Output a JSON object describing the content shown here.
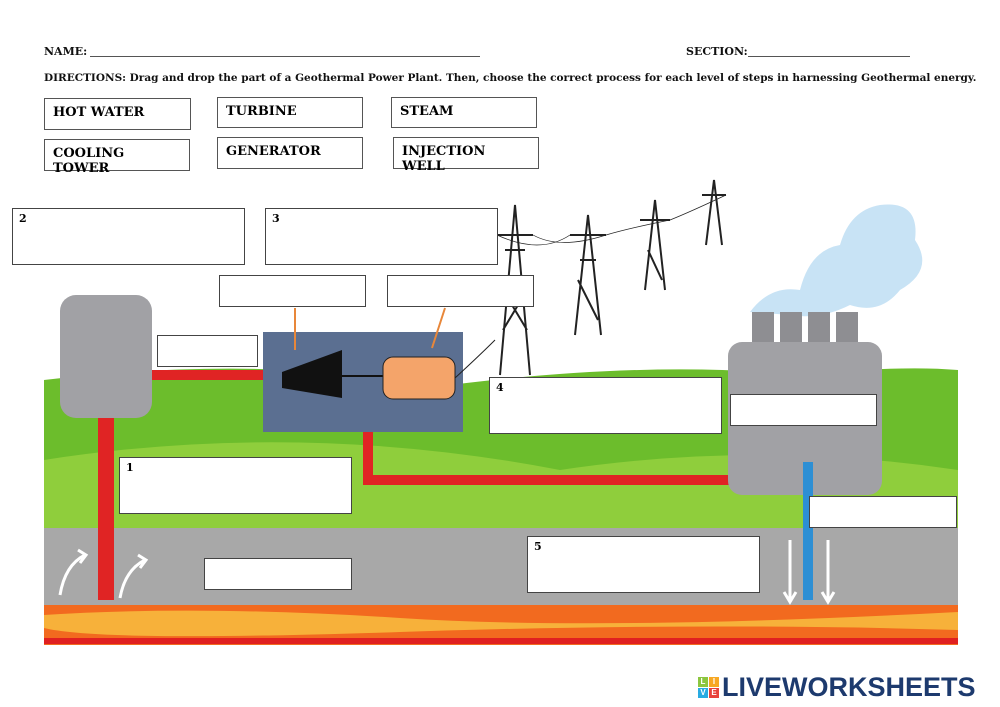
{
  "header": {
    "name_label": "NAME:",
    "section_label": "SECTION:",
    "directions": "DIRECTIONS: Drag and drop the part of a Geothermal Power Plant. Then, choose the correct process for each level of steps in harnessing Geothermal energy."
  },
  "choices": [
    "HOT WATER",
    "TURBINE",
    "STEAM",
    "COOLING TOWER",
    "GENERATOR",
    "INJECTION WELL"
  ],
  "steps": {
    "s1": "1",
    "s2": "2",
    "s3": "3",
    "s4": "4",
    "s5": "5"
  },
  "logo": {
    "text": "LIVEWORKSHEETS",
    "letters": [
      "L",
      "I",
      "V",
      "E"
    ]
  },
  "colors": {
    "grass": "#6cbd2c",
    "ground": "#a9a9a9",
    "lava": "#f0601f",
    "pipe_hot": "#e02424",
    "pipe_cold": "#2d8fd4",
    "turbine_box": "#5b6f91",
    "logo": "#1d3a6e"
  }
}
